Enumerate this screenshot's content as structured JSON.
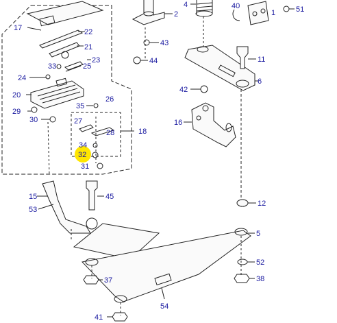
{
  "highlight_color": "#ffe600",
  "label_color": "#1a1aa0",
  "line_color": "#222222",
  "part_numbers": {
    "p1": "1",
    "p2": "2",
    "p4": "4",
    "p5": "5",
    "p6": "6",
    "p11": "11",
    "p12": "12",
    "p15": "15",
    "p16": "16",
    "p17": "17",
    "p18": "18",
    "p20": "20",
    "p21": "21",
    "p22": "22",
    "p23": "23",
    "p24": "24",
    "p25": "25",
    "p26": "26",
    "p27": "27",
    "p28": "28",
    "p29": "29",
    "p30": "30",
    "p31": "31",
    "p32": "32",
    "p33": "33",
    "p34": "34",
    "p35": "35",
    "p37": "37",
    "p38": "38",
    "p40": "40",
    "p41": "41",
    "p42": "42",
    "p43": "43",
    "p44": "44",
    "p45": "45",
    "p51": "51",
    "p52": "52",
    "p53": "53",
    "p54": "54"
  }
}
